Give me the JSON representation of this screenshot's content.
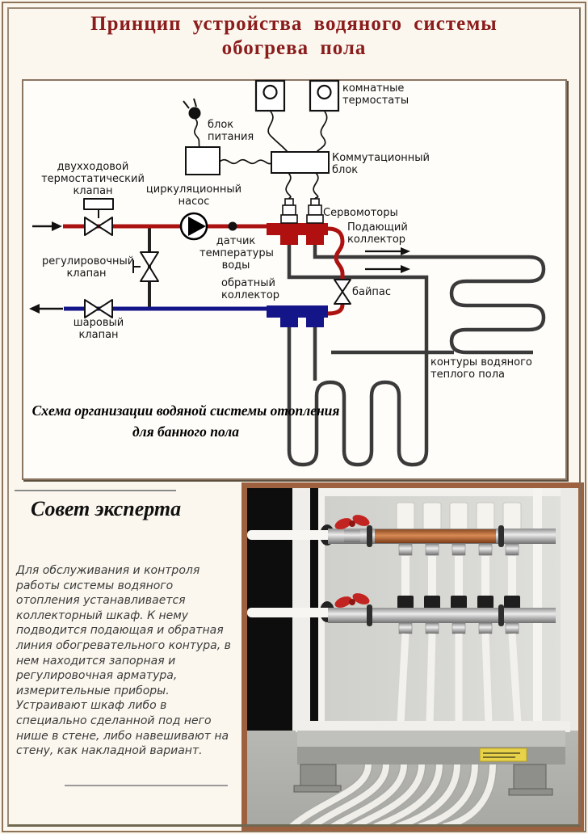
{
  "title": {
    "line1": "Принцип  устройства  водяного  системы",
    "line2": "обогрева пола"
  },
  "diagram": {
    "labels": {
      "room_thermostats": "комнатные\nтермостаты",
      "power_supply": "блок\nпитания",
      "switching_block": "Коммутационный\nблок",
      "servomotors": "Сервомоторы",
      "supply_collector": "Подающий\nколлектор",
      "two_way_valve": "двухходовой\nтермостатический\nклапан",
      "circulation_pump": "циркуляционный\nнасос",
      "water_temp_sensor": "датчик\nтемпературы\nводы",
      "regulating_valve": "регулировочный\nклапан",
      "return_collector": "обратный\nколлектор",
      "bypass": "байпас",
      "ball_valve": "шаровый\nклапан",
      "floor_circuits": "контуры водяного\nтеплого пола"
    },
    "caption": {
      "line1": "Схема организации водяной системы отопления",
      "line2": "для банного пола"
    },
    "colors": {
      "supply_pipe": "#ac1212",
      "return_pipe": "#15158a",
      "circuit_pipe": "#3a3a3a"
    }
  },
  "expert": {
    "heading": "Совет эксперта",
    "body": "Для обслуживания и контроля работы системы водяного отопления устанавливается коллекторный шкаф. К нему подводится подающая и обратная линия обогревательного контура, в нем находится запорная и регулировочная арматура, измерительные приборы. Устраивают шкаф либо в специально сделанной под него нише в стене, либо навешивают на стену, как накладной вариант."
  }
}
